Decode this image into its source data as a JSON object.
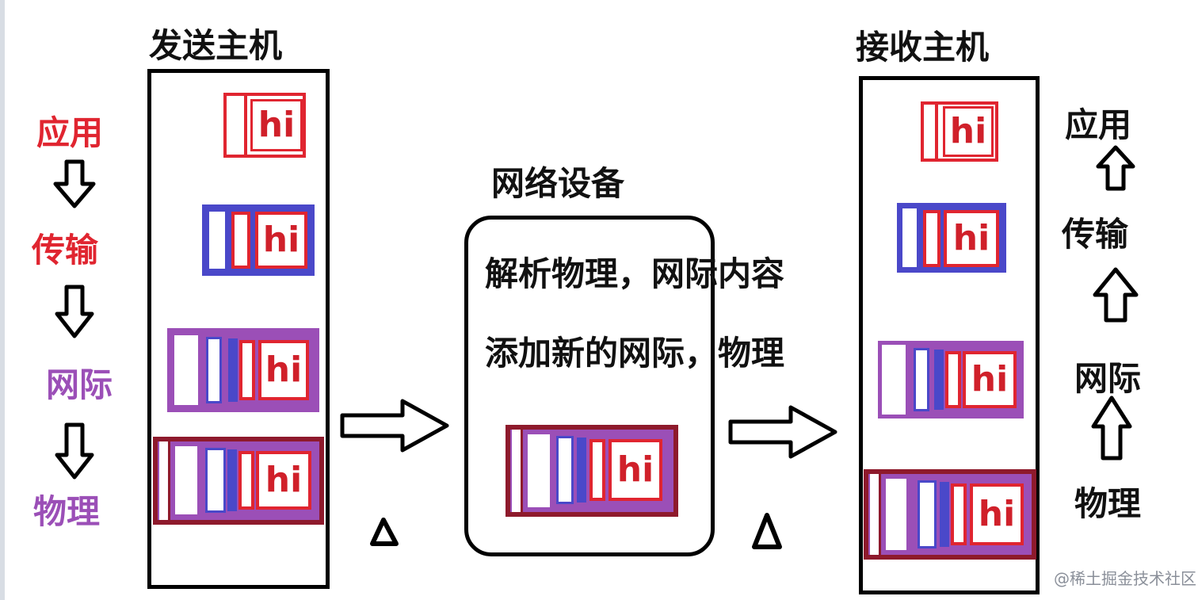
{
  "sender": {
    "title": "发送主机",
    "layers": [
      "应用",
      "传输",
      "网际",
      "物理"
    ]
  },
  "receiver": {
    "title": "接收主机",
    "layers": [
      "应用",
      "传输",
      "网际",
      "物理"
    ]
  },
  "network_device": {
    "title": "网络设备",
    "lines": [
      "解析物理，网际内容",
      "添加新的网际，物理"
    ]
  },
  "packet": {
    "payload": "hi"
  },
  "watermark": "@稀土掘金技术社区",
  "colors": {
    "app": "#e02530",
    "transport": "#4a48c9",
    "network": "#9b4fb7",
    "physical": "#8e1a2c"
  }
}
